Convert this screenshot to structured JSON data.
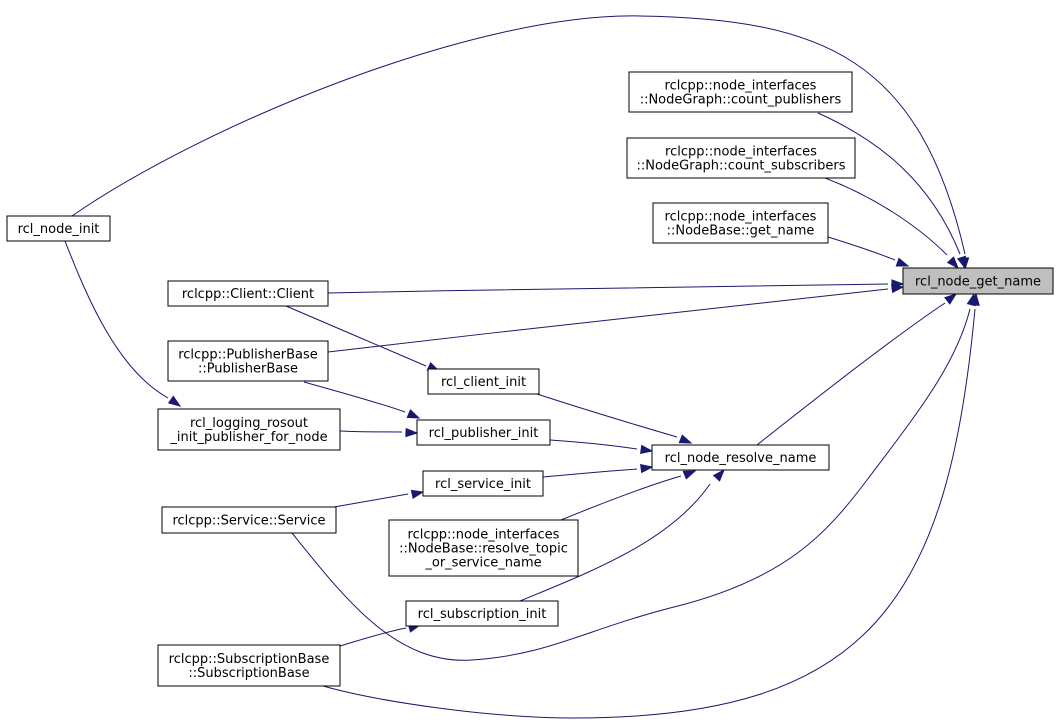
{
  "diagram": {
    "nodes": [
      {
        "id": "rcl_node_get_name",
        "lines": [
          "rcl_node_get_name"
        ],
        "focus": true
      },
      {
        "id": "rcl_node_init",
        "lines": [
          "rcl_node_init"
        ]
      },
      {
        "id": "count_publishers",
        "lines": [
          "rclcpp::node_interfaces",
          "::NodeGraph::count_publishers"
        ]
      },
      {
        "id": "count_subscribers",
        "lines": [
          "rclcpp::node_interfaces",
          "::NodeGraph::count_subscribers"
        ]
      },
      {
        "id": "get_name",
        "lines": [
          "rclcpp::node_interfaces",
          "::NodeBase::get_name"
        ]
      },
      {
        "id": "client_ctor",
        "lines": [
          "rclcpp::Client::Client"
        ]
      },
      {
        "id": "publisherbase_ctor",
        "lines": [
          "rclcpp::PublisherBase",
          "::PublisherBase"
        ]
      },
      {
        "id": "rcl_client_init",
        "lines": [
          "rcl_client_init"
        ]
      },
      {
        "id": "rcl_logging_rosout",
        "lines": [
          "rcl_logging_rosout",
          "_init_publisher_for_node"
        ]
      },
      {
        "id": "rcl_publisher_init",
        "lines": [
          "rcl_publisher_init"
        ]
      },
      {
        "id": "rcl_node_resolve_name",
        "lines": [
          "rcl_node_resolve_name"
        ]
      },
      {
        "id": "rcl_service_init",
        "lines": [
          "rcl_service_init"
        ]
      },
      {
        "id": "service_ctor",
        "lines": [
          "rclcpp::Service::Service"
        ]
      },
      {
        "id": "resolve_topic",
        "lines": [
          "rclcpp::node_interfaces",
          "::NodeBase::resolve_topic",
          "_or_service_name"
        ]
      },
      {
        "id": "rcl_subscription_init",
        "lines": [
          "rcl_subscription_init"
        ]
      },
      {
        "id": "subscriptionbase_ctor",
        "lines": [
          "rclcpp::SubscriptionBase",
          "::SubscriptionBase"
        ]
      }
    ],
    "edges": [
      {
        "from": "rcl_node_init",
        "to": "rcl_node_get_name"
      },
      {
        "from": "count_publishers",
        "to": "rcl_node_get_name"
      },
      {
        "from": "count_subscribers",
        "to": "rcl_node_get_name"
      },
      {
        "from": "get_name",
        "to": "rcl_node_get_name"
      },
      {
        "from": "client_ctor",
        "to": "rcl_node_get_name"
      },
      {
        "from": "publisherbase_ctor",
        "to": "rcl_node_get_name"
      },
      {
        "from": "rcl_node_resolve_name",
        "to": "rcl_node_get_name"
      },
      {
        "from": "service_ctor",
        "to": "rcl_node_get_name"
      },
      {
        "from": "subscriptionbase_ctor",
        "to": "rcl_node_get_name"
      },
      {
        "from": "rcl_node_init",
        "to": "rcl_logging_rosout"
      },
      {
        "from": "client_ctor",
        "to": "rcl_client_init"
      },
      {
        "from": "publisherbase_ctor",
        "to": "rcl_publisher_init"
      },
      {
        "from": "rcl_logging_rosout",
        "to": "rcl_publisher_init"
      },
      {
        "from": "rcl_client_init",
        "to": "rcl_node_resolve_name"
      },
      {
        "from": "rcl_publisher_init",
        "to": "rcl_node_resolve_name"
      },
      {
        "from": "rcl_service_init",
        "to": "rcl_node_resolve_name"
      },
      {
        "from": "resolve_topic",
        "to": "rcl_node_resolve_name"
      },
      {
        "from": "rcl_subscription_init",
        "to": "rcl_node_resolve_name"
      },
      {
        "from": "service_ctor",
        "to": "rcl_service_init"
      },
      {
        "from": "subscriptionbase_ctor",
        "to": "rcl_subscription_init"
      }
    ]
  }
}
